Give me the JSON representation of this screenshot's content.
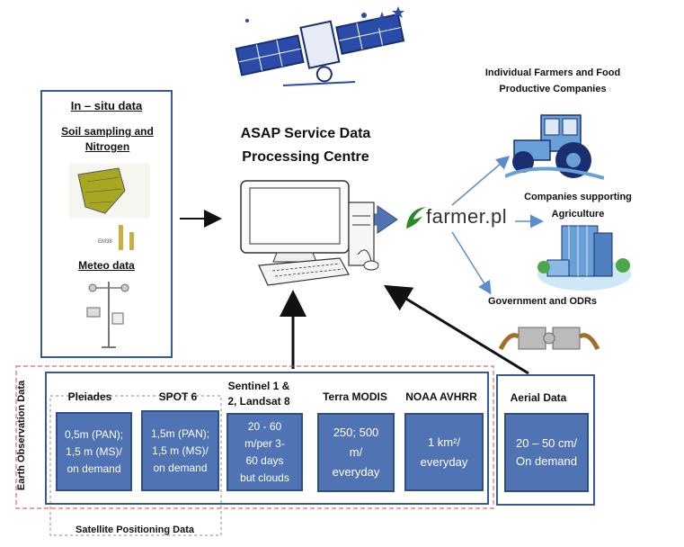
{
  "in_situ": {
    "title": "In – situ data",
    "soil": "Soil sampling and Nitrogen",
    "meteo": "Meteo data",
    "em38": "EM38"
  },
  "centre": {
    "title": "ASAP Service Data Processing Centre"
  },
  "brand": {
    "name": "farmer.pl",
    "color": "#2a8a2a"
  },
  "outputs": {
    "farmers": "Individual Farmers and Food Productive Companies",
    "companies": "Companies supporting Agriculture",
    "government": "Government and ODRs"
  },
  "eo": {
    "side_label": "Earth Observation Data",
    "positioning": "Satellite Positioning Data",
    "sources": [
      {
        "name": "Pleiades",
        "detail": "0,5m (PAN);\n1,5 m (MS)/\non demand"
      },
      {
        "name": "SPOT 6",
        "detail": "1,5m (PAN);\n1,5 m (MS)/\non demand"
      },
      {
        "name": "Sentinel 1 & 2, Landsat 8",
        "detail": "20 - 60\nm/per 3-\n60 days\nbut clouds"
      },
      {
        "name": "Terra MODIS",
        "detail": "250; 500\nm/\neveryday"
      },
      {
        "name": "NOAA AVHRR",
        "detail": "1 km²/\neveryday"
      }
    ],
    "aerial": {
      "name": "Aerial Data",
      "detail": "20 – 50 cm/\nOn demand"
    }
  },
  "colors": {
    "box_fill": "#4f73b3",
    "frame": "#3a5a8c",
    "arrow": "#111111",
    "arrow_blue": "#5b8ccc"
  }
}
